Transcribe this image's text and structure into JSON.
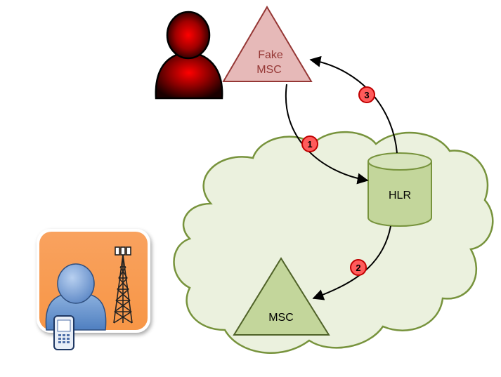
{
  "nodes": {
    "fake_msc": {
      "line1": "Fake",
      "line2": "MSC"
    },
    "hlr": {
      "label": "HLR"
    },
    "msc": {
      "label": "MSC"
    }
  },
  "steps": {
    "step1": "1",
    "step2": "2",
    "step3": "3"
  },
  "icons": {
    "attacker": "attacker-silhouette-icon",
    "subscriber": "mobile-user-with-cell-tower-icon"
  },
  "colors": {
    "cloud_fill": "#ebf1de",
    "cloud_stroke": "#77933c",
    "green_fill": "#c3d69b",
    "fake_fill": "#e6b9b8",
    "fake_stroke": "#953735",
    "badge_fill": "#ff5b5b",
    "badge_stroke": "#c00000",
    "tile_fill": "#f79646",
    "person_blue": "#7ea7d8"
  }
}
